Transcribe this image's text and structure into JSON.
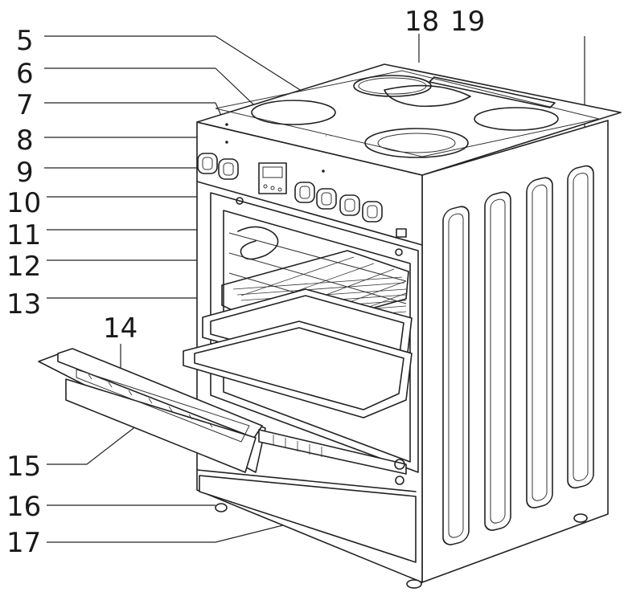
{
  "callouts": [
    {
      "id": "5",
      "text": "5"
    },
    {
      "id": "6",
      "text": "6"
    },
    {
      "id": "7",
      "text": "7"
    },
    {
      "id": "8",
      "text": "8"
    },
    {
      "id": "9",
      "text": "9"
    },
    {
      "id": "10",
      "text": "10"
    },
    {
      "id": "11",
      "text": "11"
    },
    {
      "id": "12",
      "text": "12"
    },
    {
      "id": "13",
      "text": "13"
    },
    {
      "id": "14",
      "text": "14"
    },
    {
      "id": "15",
      "text": "15"
    },
    {
      "id": "16",
      "text": "16"
    },
    {
      "id": "17",
      "text": "17"
    },
    {
      "id": "18",
      "text": "18"
    },
    {
      "id": "19",
      "text": "19"
    }
  ]
}
